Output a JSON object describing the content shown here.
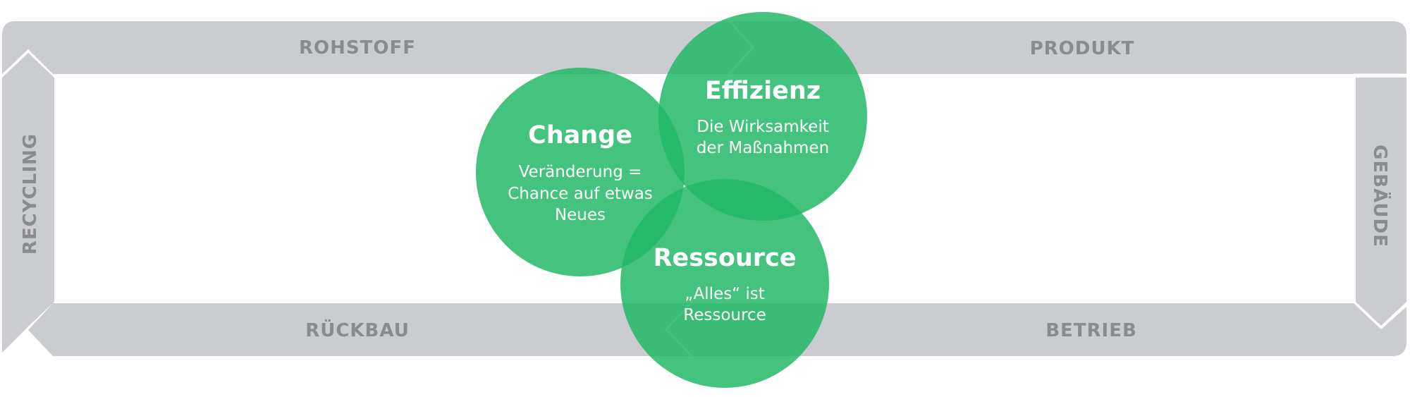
{
  "cycle": {
    "top_left": "ROHSTOFF",
    "top_right": "PRODUKT",
    "right": "GEBÄUDE",
    "bottom_right": "BETRIEB",
    "bottom_left": "RÜCKBAU",
    "left": "RECYCLING"
  },
  "circles": {
    "change": {
      "title": "Change",
      "line1": "Veränderung =",
      "line2": "Chance auf etwas",
      "line3": "Neues"
    },
    "effizienz": {
      "title": "Effizienz",
      "line1": "Die Wirksamkeit",
      "line2": "der Maßnahmen"
    },
    "ressource": {
      "title": "Ressource",
      "line1": "„Alles“ ist",
      "line2": "Ressource"
    }
  },
  "colors": {
    "band": "#cbcccf",
    "band_text": "#8a8b8e",
    "circle": "#22b866",
    "circle_text": "#ffffff"
  }
}
